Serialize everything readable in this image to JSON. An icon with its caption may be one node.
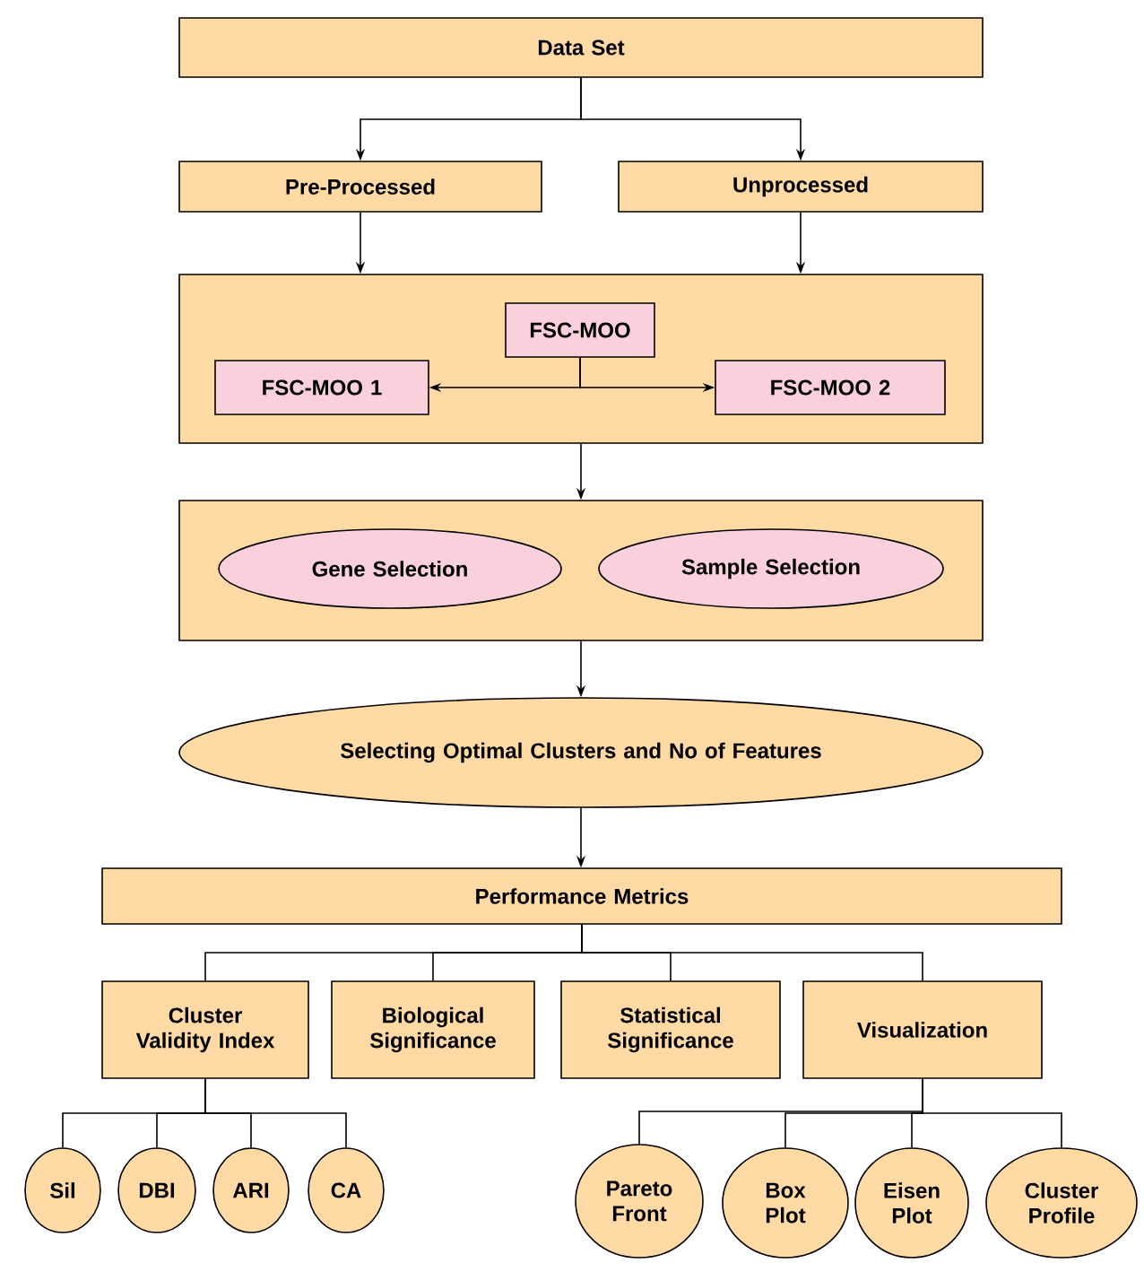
{
  "diagram": {
    "nodes": [
      {
        "text": [
          "Data Set"
        ]
      },
      {
        "text": [
          "Pre-Processed"
        ]
      },
      {
        "text": [
          "Unprocessed"
        ]
      },
      {
        "text": [],
        "shape": "box"
      },
      {
        "text": [
          "FSC-MOO"
        ],
        "in": 3
      },
      {
        "text": [
          "FSC-MOO 1"
        ],
        "in": 3
      },
      {
        "text": [
          "FSC-MOO 2"
        ],
        "in": 3
      },
      {
        "text": [],
        "shape": "box"
      },
      {
        "text": [
          "Gene Selection"
        ],
        "in": 7
      },
      {
        "text": [
          "Sample Selection"
        ],
        "in": 7
      },
      {
        "text": [
          "Selecting Optimal Clusters and No of Features"
        ]
      },
      {
        "text": [
          "Performance Metrics"
        ]
      },
      {
        "text": [
          "Cluster Validity Index"
        ]
      },
      {
        "text": [
          "Biological Significance"
        ]
      },
      {
        "text": [
          "Statistical Significance"
        ]
      },
      {
        "text": [
          "Visualization"
        ]
      },
      {
        "text": [
          "Sil"
        ]
      },
      {
        "text": [
          "DBI"
        ]
      },
      {
        "text": [
          "ARI"
        ]
      },
      {
        "text": [
          "CA"
        ]
      },
      {
        "text": [
          "Pareto Front"
        ]
      },
      {
        "text": [
          "Box Plot"
        ]
      },
      {
        "text": [
          "Eisen Plot"
        ]
      },
      {
        "text": [
          "Cluster Profile"
        ]
      }
    ],
    "edges": [
      {
        "from": 0,
        "to": 1,
        "arrow": "to"
      },
      {
        "from": 0,
        "to": 2,
        "arrow": "to"
      },
      {
        "from": 1,
        "to": 3,
        "arrow": "to"
      },
      {
        "from": 2,
        "to": 3,
        "arrow": "to"
      },
      {
        "from": 4,
        "to": 5,
        "arrow": "to"
      },
      {
        "from": 4,
        "to": 6,
        "arrow": "to"
      },
      {
        "from": 3,
        "to": 7,
        "arrow": "to"
      },
      {
        "from": 7,
        "to": 10,
        "arrow": "to"
      },
      {
        "from": 10,
        "to": 11,
        "arrow": "to"
      },
      {
        "from": 11,
        "to": 12,
        "arrow": "none"
      },
      {
        "from": 11,
        "to": 13,
        "arrow": "none"
      },
      {
        "from": 11,
        "to": 14,
        "arrow": "none"
      },
      {
        "from": 11,
        "to": 15,
        "arrow": "none"
      },
      {
        "from": 12,
        "to": 16,
        "arrow": "none"
      },
      {
        "from": 12,
        "to": 17,
        "arrow": "none"
      },
      {
        "from": 12,
        "to": 18,
        "arrow": "none"
      },
      {
        "from": 12,
        "to": 19,
        "arrow": "none"
      },
      {
        "from": 15,
        "to": 20,
        "arrow": "none"
      },
      {
        "from": 15,
        "to": 21,
        "arrow": "none"
      },
      {
        "from": 15,
        "to": 22,
        "arrow": "none"
      },
      {
        "from": 15,
        "to": 23,
        "arrow": "none"
      }
    ]
  }
}
